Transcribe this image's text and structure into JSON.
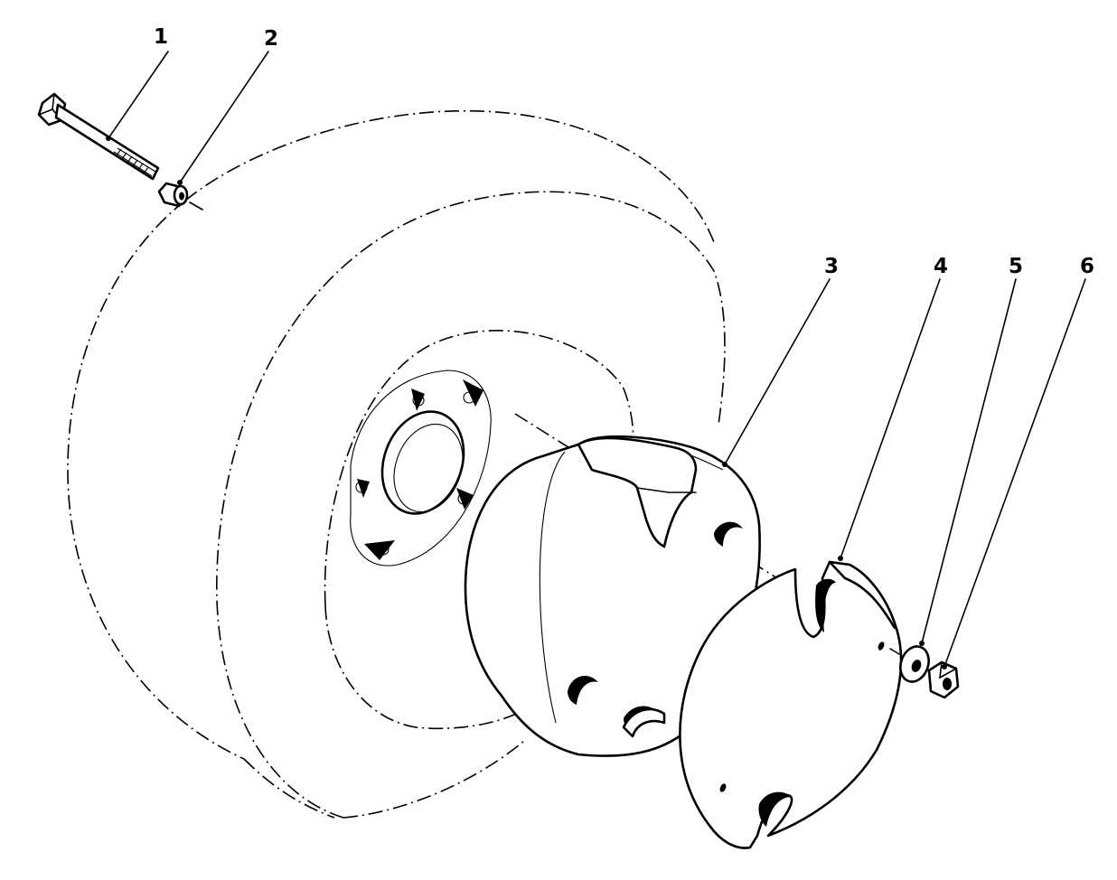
{
  "callouts": [
    {
      "label": "1",
      "part": "bolt"
    },
    {
      "label": "2",
      "part": "spacer"
    },
    {
      "label": "3",
      "part": "inner-weight"
    },
    {
      "label": "4",
      "part": "outer-weight"
    },
    {
      "label": "5",
      "part": "washer"
    },
    {
      "label": "6",
      "part": "nut"
    }
  ]
}
